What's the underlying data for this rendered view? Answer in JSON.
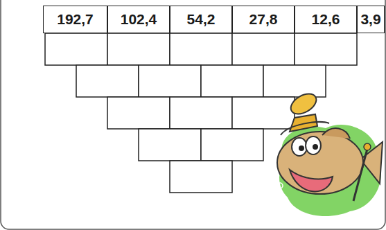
{
  "diagram": {
    "nodes": [
      {
        "text": [
          "192,7"
        ]
      },
      {
        "text": [
          "102,4"
        ]
      },
      {
        "text": [
          "54,2"
        ]
      },
      {
        "text": [
          "27,8"
        ]
      },
      {
        "text": [
          "12,6"
        ]
      },
      {
        "text": [
          "3,9"
        ]
      }
    ]
  }
}
